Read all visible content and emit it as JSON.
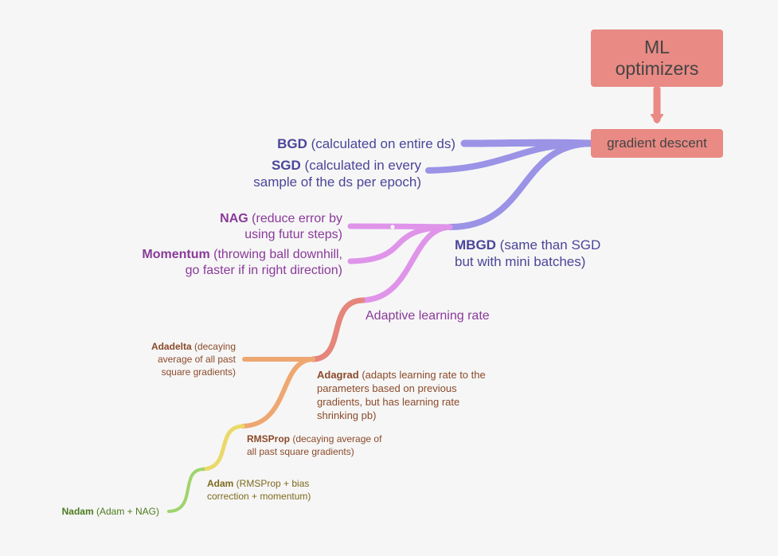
{
  "root": {
    "line1": "ML",
    "line2": "optimizers"
  },
  "gradient_descent": "gradient descent",
  "bgd": {
    "name": "BGD",
    "desc": " (calculated on entire ds)"
  },
  "sgd": {
    "name": "SGD",
    "desc1": " (calculated in every",
    "desc2": "sample of the ds per epoch)"
  },
  "mbgd": {
    "name": "MBGD",
    "desc1": " (same than SGD",
    "desc2": "but with mini batches)"
  },
  "nag": {
    "name": "NAG",
    "desc1": " (reduce error by",
    "desc2": "using futur steps)"
  },
  "momentum": {
    "name": "Momentum",
    "desc1": " (throwing ball downhill,",
    "desc2": "go faster if in right direction)"
  },
  "adaptive": "Adaptive learning rate",
  "adadelta": {
    "name": "Adadelta",
    "desc1": " (decaying",
    "desc2": "average of all past",
    "desc3": "square gradients)"
  },
  "adagrad": {
    "name": "Adagrad",
    "desc1": " (adapts learning rate to the",
    "desc2": "parameters based on previous",
    "desc3": "gradients, but has learning rate",
    "desc4": "shrinking pb)"
  },
  "rmsprop": {
    "name": "RMSProp",
    "desc1": " (decaying average of",
    "desc2": "all past square gradients)"
  },
  "adam": {
    "name": "Adam",
    "desc1": " (RMSProp + bias",
    "desc2": "correction + momentum)"
  },
  "nadam": {
    "name": "Nadam",
    "desc": " (Adam + NAG)"
  },
  "colors": {
    "box": "#e98a84",
    "blue_branch": "#9a93e6",
    "pink_branch": "#df94ea",
    "red_branch": "#e5857b",
    "orange_branch": "#efa772",
    "yellow_branch": "#ead96a",
    "green_branch": "#9fd46c"
  }
}
